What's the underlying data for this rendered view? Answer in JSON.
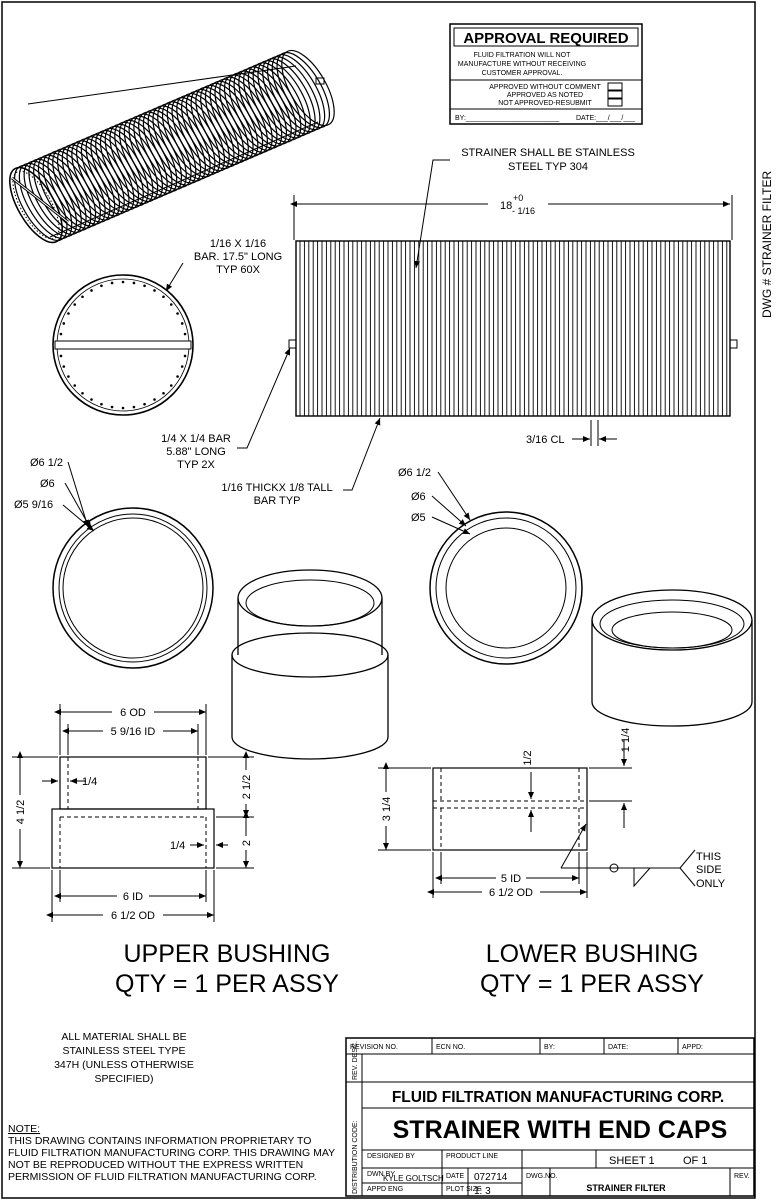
{
  "approval": {
    "title": "APPROVAL REQUIRED",
    "line1": "FLUID FILTRATION WILL NOT",
    "line2": "MANUFACTURE WITHOUT RECEIVING",
    "line3": "CUSTOMER APPROVAL.",
    "opt1": "APPROVED WITHOUT COMMENT",
    "opt2": "APPROVED AS NOTED",
    "opt3": "NOT APPROVED-RESUBMIT",
    "by": "BY:________________________",
    "date": "DATE:___/___/___"
  },
  "side_label": "DWG # STRAINER FILTER",
  "strainer": {
    "material_1": "STRAINER SHALL BE STAINLESS",
    "material_2": "STEEL TYP 304",
    "length": "18",
    "tol_plus": "+0",
    "tol_minus": "- 1/16",
    "bar1_1": "1/16 X 1/16",
    "bar1_2": "BAR. 17.5\" LONG",
    "bar1_3": "TYP 60X",
    "bar2_1": "1/4 X 1/4 BAR",
    "bar2_2": "5.88\" LONG",
    "bar2_3": "TYP 2X",
    "bar3_1": "1/16 THICKX 1/8 TALL",
    "bar3_2": "BAR TYP",
    "cl": "3/16 CL"
  },
  "upper_bushing": {
    "d1": "Ø6 1/2",
    "d2": "Ø6",
    "d3": "Ø5 9/16",
    "od": "6 OD",
    "id": "5 9/16 ID",
    "h_total": "4 1/2",
    "t1": "1/4",
    "h_top": "2 1/2",
    "t2": "1/4",
    "h_bot": "2",
    "id_bottom": "6 ID",
    "od_bottom": "6 1/2 OD",
    "title": "UPPER BUSHING",
    "qty": "QTY = 1 PER ASSY"
  },
  "lower_bushing": {
    "d1": "Ø6 1/2",
    "d2": "Ø6",
    "d3": "Ø5",
    "h_top": "1/2",
    "h_right": "1 1/4",
    "h_total": "3 1/4",
    "id": "5 ID",
    "od": "6 1/2 OD",
    "weld_1": "THIS",
    "weld_2": "SIDE",
    "weld_3": "ONLY",
    "title": "LOWER BUSHING",
    "qty": "QTY = 1 PER ASSY"
  },
  "material_note": {
    "line1": "ALL MATERIAL SHALL BE",
    "line2": "STAINLESS STEEL TYPE",
    "line3": "347H (UNLESS OTHERWISE",
    "line4": "SPECIFIED)"
  },
  "proprietary_note": {
    "title": "NOTE:",
    "line1": "THIS DRAWING CONTAINS INFORMATION PROPRIETARY TO",
    "line2": "FLUID FILTRATION MANUFACTURING CORP.  THIS DRAWING MAY",
    "line3": "NOT BE REPRODUCED WITHOUT THE EXPRESS WRITTEN",
    "line4": "PERMISSION OF FLUID FILTRATION MANUFACTURING CORP."
  },
  "title_block": {
    "revision_no": "REVISION NO.",
    "ecn_no": "ECN NO.",
    "by": "BY:",
    "date": "DATE:",
    "appd": "APPD:",
    "rev_desc": "REV. DESC.",
    "distribution_code": "DISTRIBUTION CODE:",
    "company": "FLUID FILTRATION MANUFACTURING CORP.",
    "drawing_title": "STRAINER WITH END CAPS",
    "designed_by": "DESIGNED BY",
    "product_line": "PRODUCT LINE",
    "sheet": "SHEET  1",
    "of": "OF  1",
    "dwn_by": "DWN BY",
    "drawer": "KYLE GOLTSCH",
    "date_lbl": "DATE",
    "date_val": "072714",
    "dwg_no": "DWG.NO.",
    "appd_eng": "APPD ENG",
    "plot_size": "PLOT SIZE",
    "scale": "1: 3",
    "dwg_name": "STRAINER FILTER",
    "rev": "REV."
  }
}
